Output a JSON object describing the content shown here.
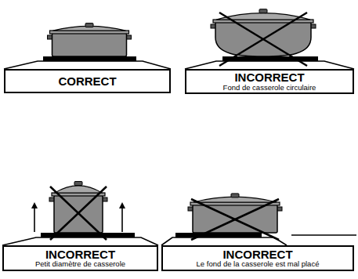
{
  "diagram": {
    "nodes": [
      {
        "text": [
          "CORRECT"
        ]
      },
      {
        "text": [
          "INCORRECT",
          "Fond de casserole circulaire"
        ]
      },
      {
        "text": [
          "INCORRECT",
          "Petit diamètre de casserole"
        ]
      },
      {
        "text": [
          "INCORRECT",
          "Le fond de la casserole est mal placé"
        ]
      }
    ]
  }
}
